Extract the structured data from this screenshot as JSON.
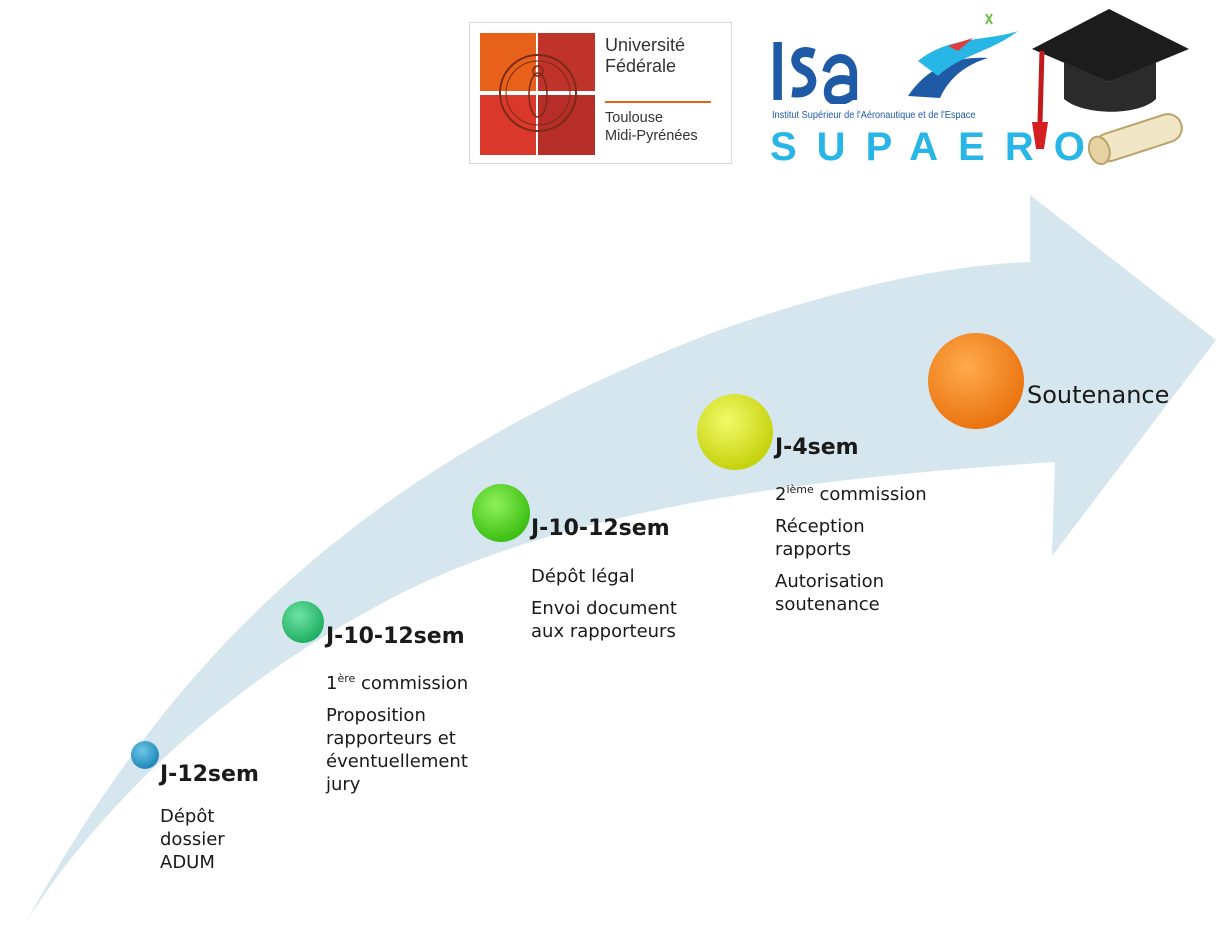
{
  "logos": {
    "uft": {
      "lines_main": [
        "Université",
        "Fédérale"
      ],
      "lines_sub": [
        "Toulouse",
        "Midi-Pyrénées"
      ]
    },
    "isae": {
      "wordmark": "ISAE",
      "subtitle": "Institut Supérieur de l'Aéronautique et de l'Espace",
      "supaero": "SUPAERO"
    }
  },
  "milestones": [
    {
      "title": "J-12sem",
      "color": "#2b9bc8",
      "lines": [
        "Dépôt",
        "dossier",
        "ADUM"
      ]
    },
    {
      "title": "J-10-12sem",
      "color": "#34c77a",
      "commission_num": "1",
      "commission_sup": "ère",
      "commission_text": " commission",
      "paragraph": [
        "Proposition",
        "rapporteurs et",
        "éventuellement",
        "jury"
      ]
    },
    {
      "title": "J-10-12sem",
      "color": "#4fd622",
      "paragraphs": [
        [
          "Dépôt légal"
        ],
        [
          "Envoi document",
          "aux rapporteurs"
        ]
      ]
    },
    {
      "title": "J-4sem",
      "color": "#d8e61c",
      "commission_num": "2",
      "commission_sup": "ième",
      "commission_text": " commission",
      "paragraphs": [
        [
          "Réception",
          "rapports"
        ],
        [
          "Autorisation",
          "soutenance"
        ]
      ]
    },
    {
      "title": "Soutenance",
      "color": "#f08a1e"
    }
  ],
  "colors": {
    "arrow": "#d5e6ef",
    "uft_orange": "#e8611a",
    "uft_red": "#c0332b",
    "isae_blue": "#1f5aa6",
    "supaero_cyan": "#27b6e6"
  }
}
